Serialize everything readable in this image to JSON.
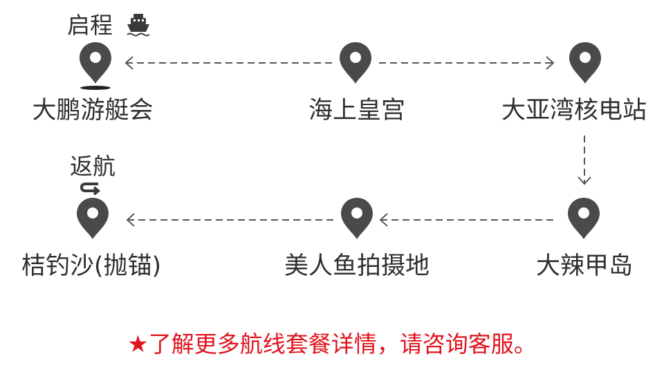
{
  "route": {
    "depart_label": "启程",
    "return_label": "返航",
    "stops": [
      {
        "id": "dapeng",
        "name": "大鹏游艇会"
      },
      {
        "id": "haishang",
        "name": "海上皇宫"
      },
      {
        "id": "daya",
        "name": "大亚湾核电站"
      },
      {
        "id": "dala",
        "name": "大辣甲岛"
      },
      {
        "id": "meirenyu",
        "name": "美人鱼拍摄地"
      },
      {
        "id": "jiediaosha",
        "name": "桔钓沙(抛锚)"
      }
    ]
  },
  "footer": {
    "star": "★",
    "note": "了解更多航线套餐详情，请咨询客服。"
  },
  "colors": {
    "pin": "#4a4a4a",
    "text": "#2f2f2f",
    "arrow": "#555555",
    "note": "#e0141e"
  },
  "icons": [
    "ship-icon",
    "return-arrow-icon",
    "map-pin-icon"
  ]
}
